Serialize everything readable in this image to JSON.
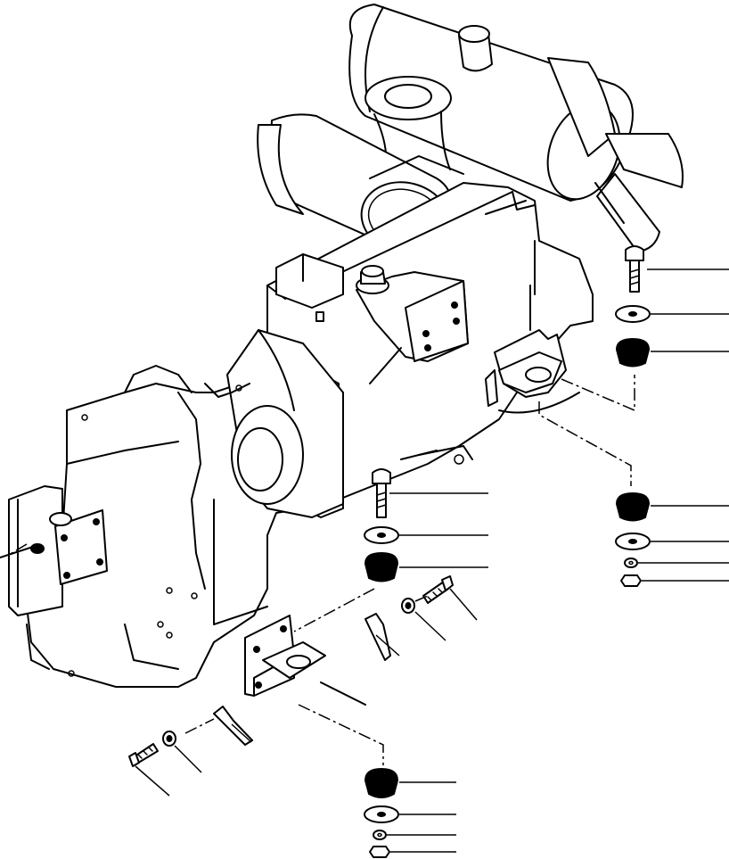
{
  "diagram": {
    "style": "exploded-view parts illustration, black line art on white",
    "colors": {
      "ink": "#000000",
      "paper": "#ffffff"
    },
    "assemblies": [
      "muffler",
      "air-cleaner",
      "engine-block",
      "fan",
      "transmission-housing",
      "front-mount-bracket",
      "rear-mount-bracket"
    ],
    "fastener_stacks": [
      {
        "name": "upper-right-mount",
        "parts": [
          "bolt",
          "washer",
          "rubber-cushion"
        ]
      },
      {
        "name": "lower-right-mount",
        "parts": [
          "rubber-cushion",
          "washer",
          "lock-washer",
          "nut"
        ]
      },
      {
        "name": "center-mount",
        "parts": [
          "bolt",
          "washer",
          "rubber-cushion"
        ]
      },
      {
        "name": "bottom-mount",
        "parts": [
          "rubber-cushion",
          "washer",
          "lock-washer",
          "nut"
        ]
      },
      {
        "name": "bracket-fasteners",
        "parts": [
          "bolt",
          "lock-washer",
          "plate",
          "bolt",
          "lock-washer",
          "plate"
        ]
      }
    ]
  }
}
